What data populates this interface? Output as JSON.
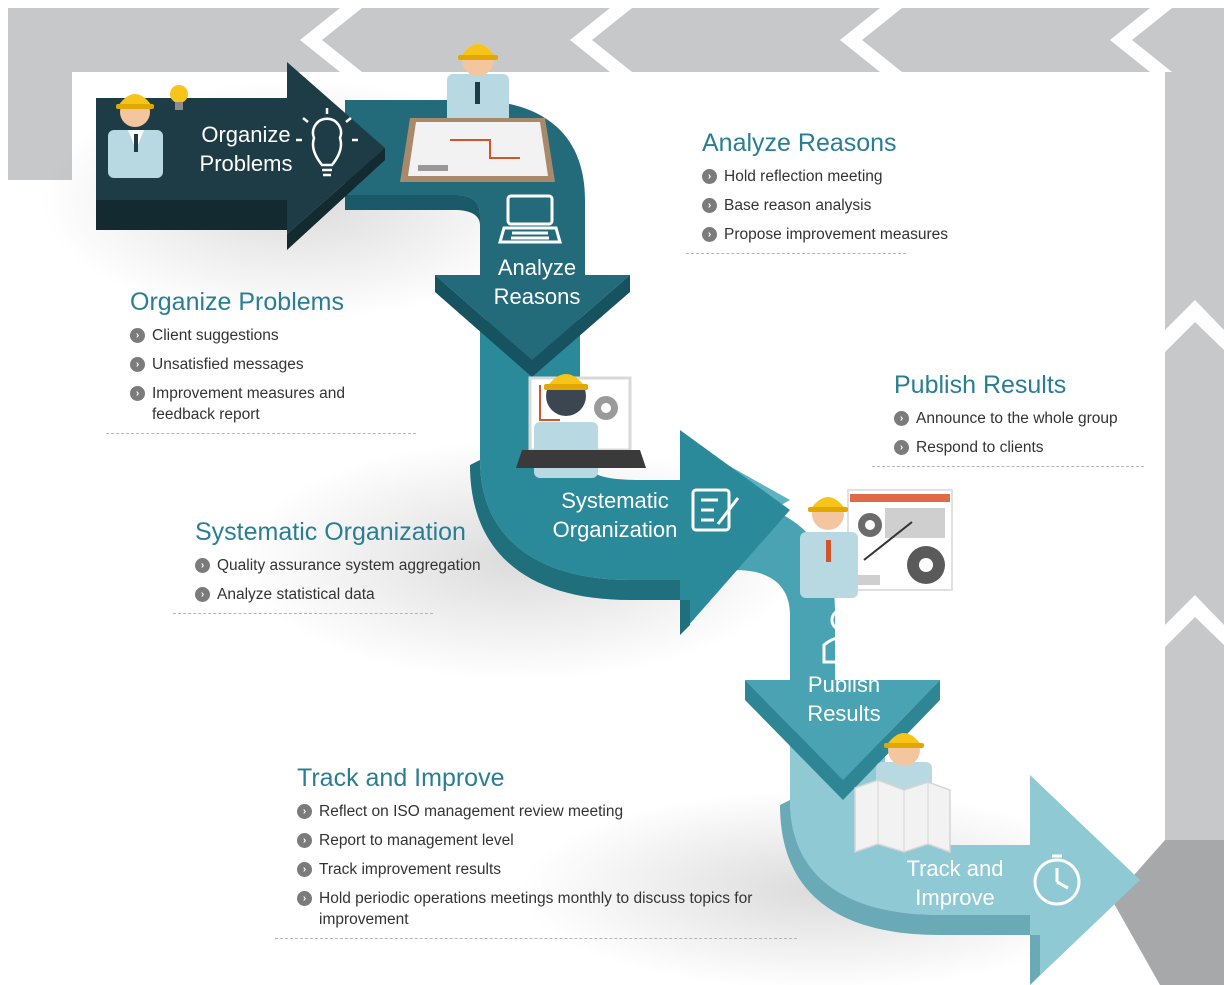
{
  "steps": {
    "organize_label": [
      "Organize",
      "Problems"
    ],
    "analyze_label": [
      "Analyze",
      "Reasons"
    ],
    "systematic_label": [
      "Systematic",
      "Organization"
    ],
    "publish_label": [
      "Publish",
      "Results"
    ],
    "track_label": [
      "Track and",
      "Improve"
    ]
  },
  "sections": {
    "analyze": {
      "title": "Analyze Reasons",
      "items": [
        "Hold reflection meeting",
        "Base reason analysis",
        "Propose improvement measures"
      ]
    },
    "organize": {
      "title": "Organize Problems",
      "items": [
        "Client suggestions",
        "Unsatisfied messages",
        "Improvement measures and feedback report"
      ]
    },
    "publish": {
      "title": "Publish Results",
      "items": [
        "Announce to the whole group",
        "Respond to clients"
      ]
    },
    "systematic": {
      "title": "Systematic Organization",
      "items": [
        "Quality assurance system aggregation",
        "Analyze statistical data"
      ]
    },
    "track": {
      "title": "Track and Improve",
      "items": [
        "Reflect on ISO management review meeting",
        "Report to management level",
        "Track improvement results",
        "Hold periodic operations meetings monthly to discuss topics for improvement"
      ]
    }
  },
  "colors": {
    "frame": "#c6c8ca",
    "step1": "#1e3c46",
    "step2": "#236b7a",
    "step3": "#2b8a9a",
    "step4": "#4aa3b2",
    "step5": "#8ec9d4",
    "title": "#2a7e93",
    "bullet": "#7b7b7b"
  }
}
